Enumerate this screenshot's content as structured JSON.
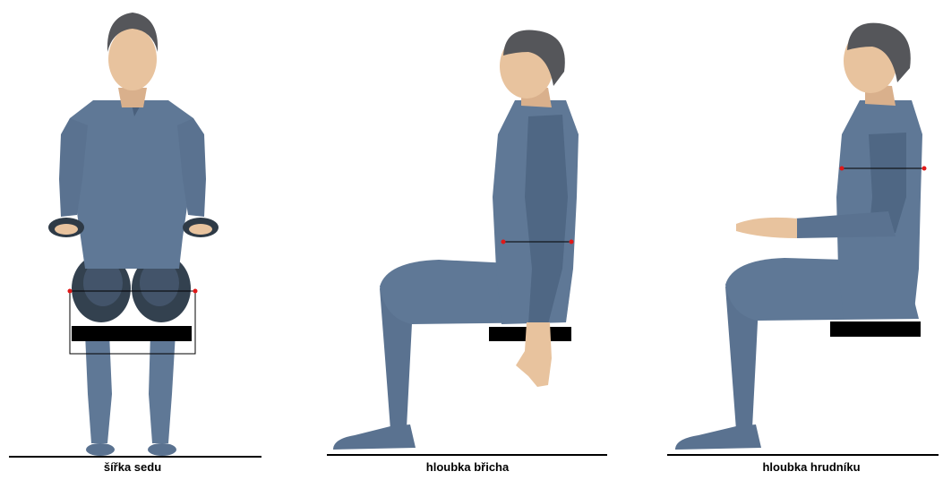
{
  "panels": [
    {
      "caption": "šířka sedu",
      "view": "front"
    },
    {
      "caption": "hloubka břicha",
      "view": "side-arms-down"
    },
    {
      "caption": "hloubka hrudníku",
      "view": "side-arms-forward"
    }
  ],
  "colors": {
    "body": "#5f7896",
    "body_shadow": "#4a607c",
    "body_light": "#7189a6",
    "skin": "#e8c39e",
    "skin_shadow": "#c99a78",
    "hair": "#55565a",
    "marker": "#e01818",
    "seat": "#000000",
    "floor": "#000000"
  }
}
